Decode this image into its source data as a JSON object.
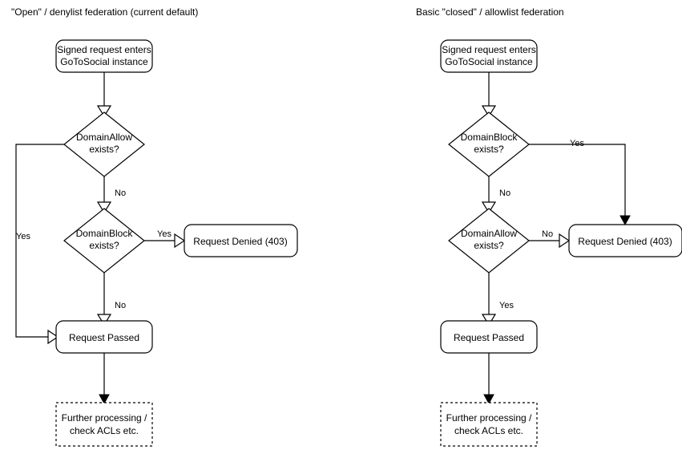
{
  "diagram": {
    "type": "flowchart",
    "background_color": "#ffffff",
    "stroke_color": "#000000",
    "panels": [
      {
        "id": "open-denylist",
        "title": "\"Open\" / denylist federation (current default)",
        "nodes": [
          {
            "id": "entry",
            "shape": "rounded-rect",
            "line1": "Signed request enters",
            "line2": "GoToSocial instance"
          },
          {
            "id": "domain-allow",
            "shape": "diamond",
            "line1": "DomainAllow",
            "line2": "exists?"
          },
          {
            "id": "domain-block",
            "shape": "diamond",
            "line1": "DomainBlock",
            "line2": "exists?"
          },
          {
            "id": "denied",
            "shape": "rounded-rect",
            "line1": "Request Denied (403)",
            "line2": ""
          },
          {
            "id": "passed",
            "shape": "rounded-rect",
            "line1": "Request Passed",
            "line2": ""
          },
          {
            "id": "further",
            "shape": "dashed-rect",
            "line1": "Further processing /",
            "line2": "check ACLs etc."
          }
        ],
        "edges": [
          {
            "from": "entry",
            "to": "domain-allow",
            "label": ""
          },
          {
            "from": "domain-allow",
            "to": "passed",
            "label": "Yes"
          },
          {
            "from": "domain-allow",
            "to": "domain-block",
            "label": "No"
          },
          {
            "from": "domain-block",
            "to": "denied",
            "label": "Yes"
          },
          {
            "from": "domain-block",
            "to": "passed",
            "label": "No"
          },
          {
            "from": "passed",
            "to": "further",
            "label": ""
          }
        ]
      },
      {
        "id": "closed-allowlist",
        "title": "Basic \"closed\" / allowlist federation",
        "nodes": [
          {
            "id": "entry",
            "shape": "rounded-rect",
            "line1": "Signed request enters",
            "line2": "GoToSocial instance"
          },
          {
            "id": "domain-block",
            "shape": "diamond",
            "line1": "DomainBlock",
            "line2": "exists?"
          },
          {
            "id": "domain-allow",
            "shape": "diamond",
            "line1": "DomainAllow",
            "line2": "exists?"
          },
          {
            "id": "denied",
            "shape": "rounded-rect",
            "line1": "Request Denied (403)",
            "line2": ""
          },
          {
            "id": "passed",
            "shape": "rounded-rect",
            "line1": "Request Passed",
            "line2": ""
          },
          {
            "id": "further",
            "shape": "dashed-rect",
            "line1": "Further processing /",
            "line2": "check ACLs etc."
          }
        ],
        "edges": [
          {
            "from": "entry",
            "to": "domain-block",
            "label": ""
          },
          {
            "from": "domain-block",
            "to": "denied",
            "label": "Yes"
          },
          {
            "from": "domain-block",
            "to": "domain-allow",
            "label": "No"
          },
          {
            "from": "domain-allow",
            "to": "denied",
            "label": "No"
          },
          {
            "from": "domain-allow",
            "to": "passed",
            "label": "Yes"
          },
          {
            "from": "passed",
            "to": "further",
            "label": ""
          }
        ]
      }
    ]
  }
}
